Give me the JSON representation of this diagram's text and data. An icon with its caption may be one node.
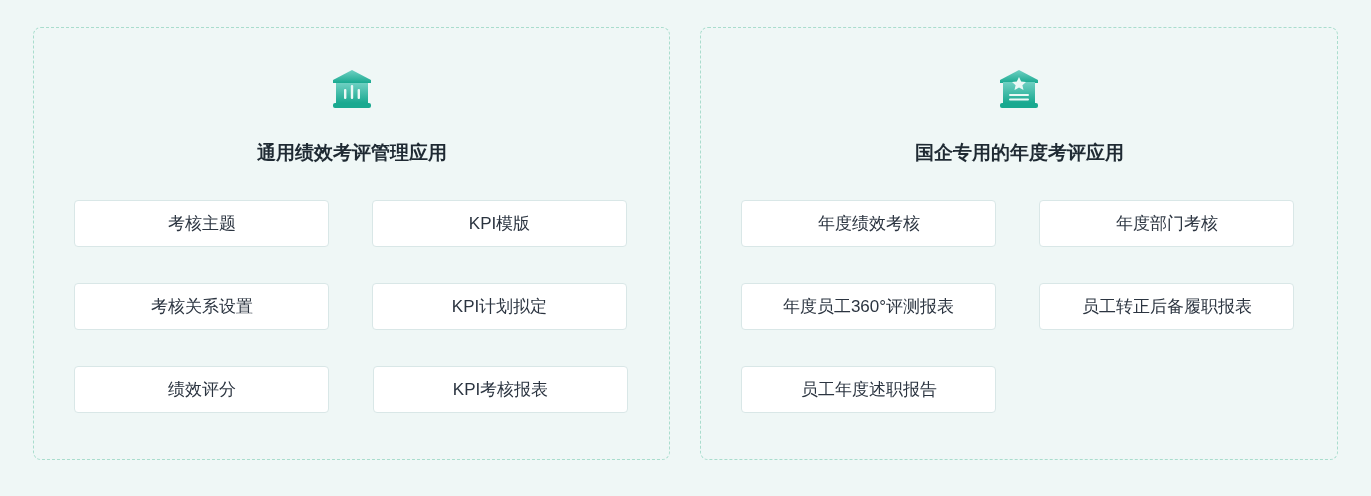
{
  "diagram": {
    "nodes": [
      {
        "text": [
          "通用绩效考评管理应用"
        ]
      },
      {
        "text": [
          "考核主题"
        ],
        "in": 0
      },
      {
        "text": [
          "KPI模版"
        ],
        "in": 0
      },
      {
        "text": [
          "考核关系设置"
        ],
        "in": 0
      },
      {
        "text": [
          "KPI计划拟定"
        ],
        "in": 0
      },
      {
        "text": [
          "绩效评分"
        ],
        "in": 0
      },
      {
        "text": [
          "KPI考核报表"
        ],
        "in": 0
      },
      {
        "text": [
          "国企专用的年度考评应用"
        ]
      },
      {
        "text": [
          "年度绩效考核"
        ],
        "in": 7
      },
      {
        "text": [
          "年度部门考核"
        ],
        "in": 7
      },
      {
        "text": [
          "年度员工360°评测报表"
        ],
        "in": 7
      },
      {
        "text": [
          "员工转正后备履职报表"
        ],
        "in": 7
      },
      {
        "text": [
          "员工年度述职报告"
        ],
        "in": 7
      }
    ]
  }
}
